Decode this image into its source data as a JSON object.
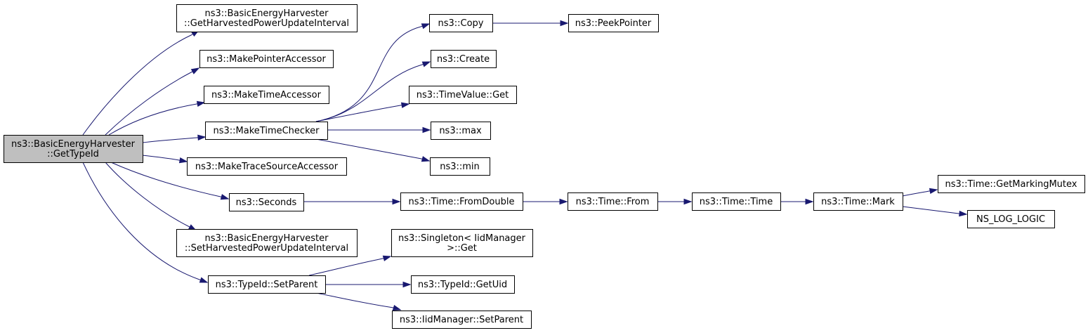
{
  "graph": {
    "root": {
      "id": "root",
      "lines": [
        "ns3::BasicEnergyHarvester",
        "::GetTypeId"
      ]
    },
    "nodes": [
      {
        "id": "getHarvestedPowerUpdateInterval",
        "lines": [
          "ns3::BasicEnergyHarvester",
          "::GetHarvestedPowerUpdateInterval"
        ]
      },
      {
        "id": "makePointerAccessor",
        "lines": [
          "ns3::MakePointerAccessor"
        ]
      },
      {
        "id": "makeTimeAccessor",
        "lines": [
          "ns3::MakeTimeAccessor"
        ]
      },
      {
        "id": "makeTimeChecker",
        "lines": [
          "ns3::MakeTimeChecker"
        ]
      },
      {
        "id": "makeTraceSourceAccessor",
        "lines": [
          "ns3::MakeTraceSourceAccessor"
        ]
      },
      {
        "id": "seconds",
        "lines": [
          "ns3::Seconds"
        ]
      },
      {
        "id": "setHarvestedPowerUpdateInterval",
        "lines": [
          "ns3::BasicEnergyHarvester",
          "::SetHarvestedPowerUpdateInterval"
        ]
      },
      {
        "id": "typeIdSetParent",
        "lines": [
          "ns3::TypeId::SetParent"
        ]
      },
      {
        "id": "copy",
        "lines": [
          "ns3::Copy"
        ]
      },
      {
        "id": "create",
        "lines": [
          "ns3::Create"
        ]
      },
      {
        "id": "timeValueGet",
        "lines": [
          "ns3::TimeValue::Get"
        ]
      },
      {
        "id": "max",
        "lines": [
          "ns3::max"
        ]
      },
      {
        "id": "min",
        "lines": [
          "ns3::min"
        ]
      },
      {
        "id": "peekPointer",
        "lines": [
          "ns3::PeekPointer"
        ]
      },
      {
        "id": "timeFromDouble",
        "lines": [
          "ns3::Time::FromDouble"
        ]
      },
      {
        "id": "timeFrom",
        "lines": [
          "ns3::Time::From"
        ]
      },
      {
        "id": "timeTime",
        "lines": [
          "ns3::Time::Time"
        ]
      },
      {
        "id": "timeMark",
        "lines": [
          "ns3::Time::Mark"
        ]
      },
      {
        "id": "getMarkingMutex",
        "lines": [
          "ns3::Time::GetMarkingMutex"
        ]
      },
      {
        "id": "nsLogLogic",
        "lines": [
          "NS_LOG_LOGIC"
        ]
      },
      {
        "id": "singletonGet",
        "lines": [
          "ns3::Singleton< IidManager",
          ">::Get"
        ]
      },
      {
        "id": "getUid",
        "lines": [
          "ns3::TypeId::GetUid"
        ]
      },
      {
        "id": "iidSetParent",
        "lines": [
          "ns3::IidManager::SetParent"
        ]
      }
    ],
    "edges": [
      {
        "from": "root",
        "to": "getHarvestedPowerUpdateInterval"
      },
      {
        "from": "root",
        "to": "makePointerAccessor"
      },
      {
        "from": "root",
        "to": "makeTimeAccessor"
      },
      {
        "from": "root",
        "to": "makeTimeChecker"
      },
      {
        "from": "root",
        "to": "makeTraceSourceAccessor"
      },
      {
        "from": "root",
        "to": "seconds"
      },
      {
        "from": "root",
        "to": "setHarvestedPowerUpdateInterval"
      },
      {
        "from": "root",
        "to": "typeIdSetParent"
      },
      {
        "from": "makeTimeChecker",
        "to": "copy"
      },
      {
        "from": "makeTimeChecker",
        "to": "create"
      },
      {
        "from": "makeTimeChecker",
        "to": "timeValueGet"
      },
      {
        "from": "makeTimeChecker",
        "to": "max"
      },
      {
        "from": "makeTimeChecker",
        "to": "min"
      },
      {
        "from": "copy",
        "to": "peekPointer"
      },
      {
        "from": "seconds",
        "to": "timeFromDouble"
      },
      {
        "from": "timeFromDouble",
        "to": "timeFrom"
      },
      {
        "from": "timeFrom",
        "to": "timeTime"
      },
      {
        "from": "timeTime",
        "to": "timeMark"
      },
      {
        "from": "timeMark",
        "to": "getMarkingMutex"
      },
      {
        "from": "timeMark",
        "to": "nsLogLogic"
      },
      {
        "from": "typeIdSetParent",
        "to": "singletonGet"
      },
      {
        "from": "typeIdSetParent",
        "to": "getUid"
      },
      {
        "from": "typeIdSetParent",
        "to": "iidSetParent"
      }
    ]
  }
}
